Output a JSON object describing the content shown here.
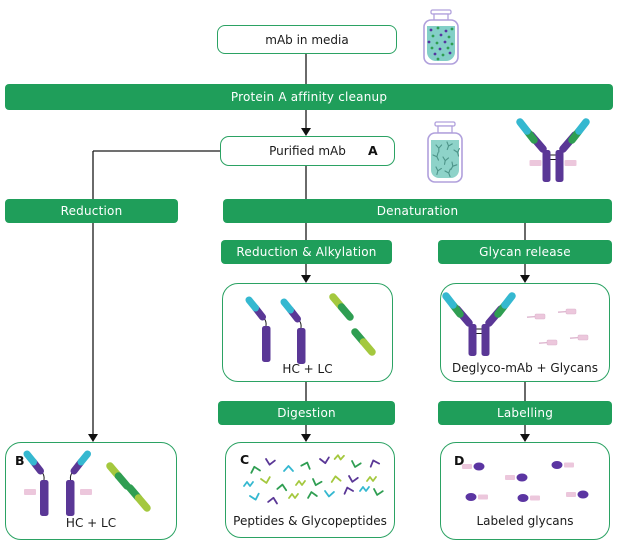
{
  "flow": {
    "mab_in_media": "mAb in media",
    "protein_a_cleanup": "Protein A affinity cleanup",
    "purified_mab": "Purified mAb",
    "purified_mab_tag": "A",
    "reduction": "Reduction",
    "denaturation": "Denaturation",
    "reduction_alkylation": "Reduction & Alkylation",
    "glycan_release": "Glycan release",
    "hc_lc_mid": "HC + LC",
    "deglyco_mab_glycans": "Deglyco-mAb + Glycans",
    "digestion": "Digestion",
    "labelling": "Labelling",
    "hc_lc_b": "HC + LC",
    "hc_lc_b_tag": "B",
    "peptides_glycopeptides": "Peptides & Glycopeptides",
    "peptides_tag": "C",
    "labeled_glycans": "Labeled glycans",
    "labeled_glycans_tag": "D"
  },
  "colors": {
    "banner_green": "#1f9e5a",
    "box_border_green": "#2ba263",
    "antibody_purple": "#5a3796",
    "antibody_cyan": "#35b8d0",
    "chain_green": "#2f9e52",
    "chain_lime": "#a4c83e",
    "glycan_pink": "#ecc7dc",
    "vial_outline_lavender": "#b0a0dc",
    "vial_liquid_teal": "#83cfc7",
    "connector_black": "#1a1a1a"
  },
  "icons": [
    "media-vial-icon",
    "purified-vial-icon",
    "antibody-icon",
    "deglyco-antibody-icon",
    "heavy-chain-icon",
    "light-chain-icon",
    "released-glycan-icon",
    "peptide-squiggle-icon",
    "labeled-glycan-icon",
    "arrowhead-icon"
  ]
}
